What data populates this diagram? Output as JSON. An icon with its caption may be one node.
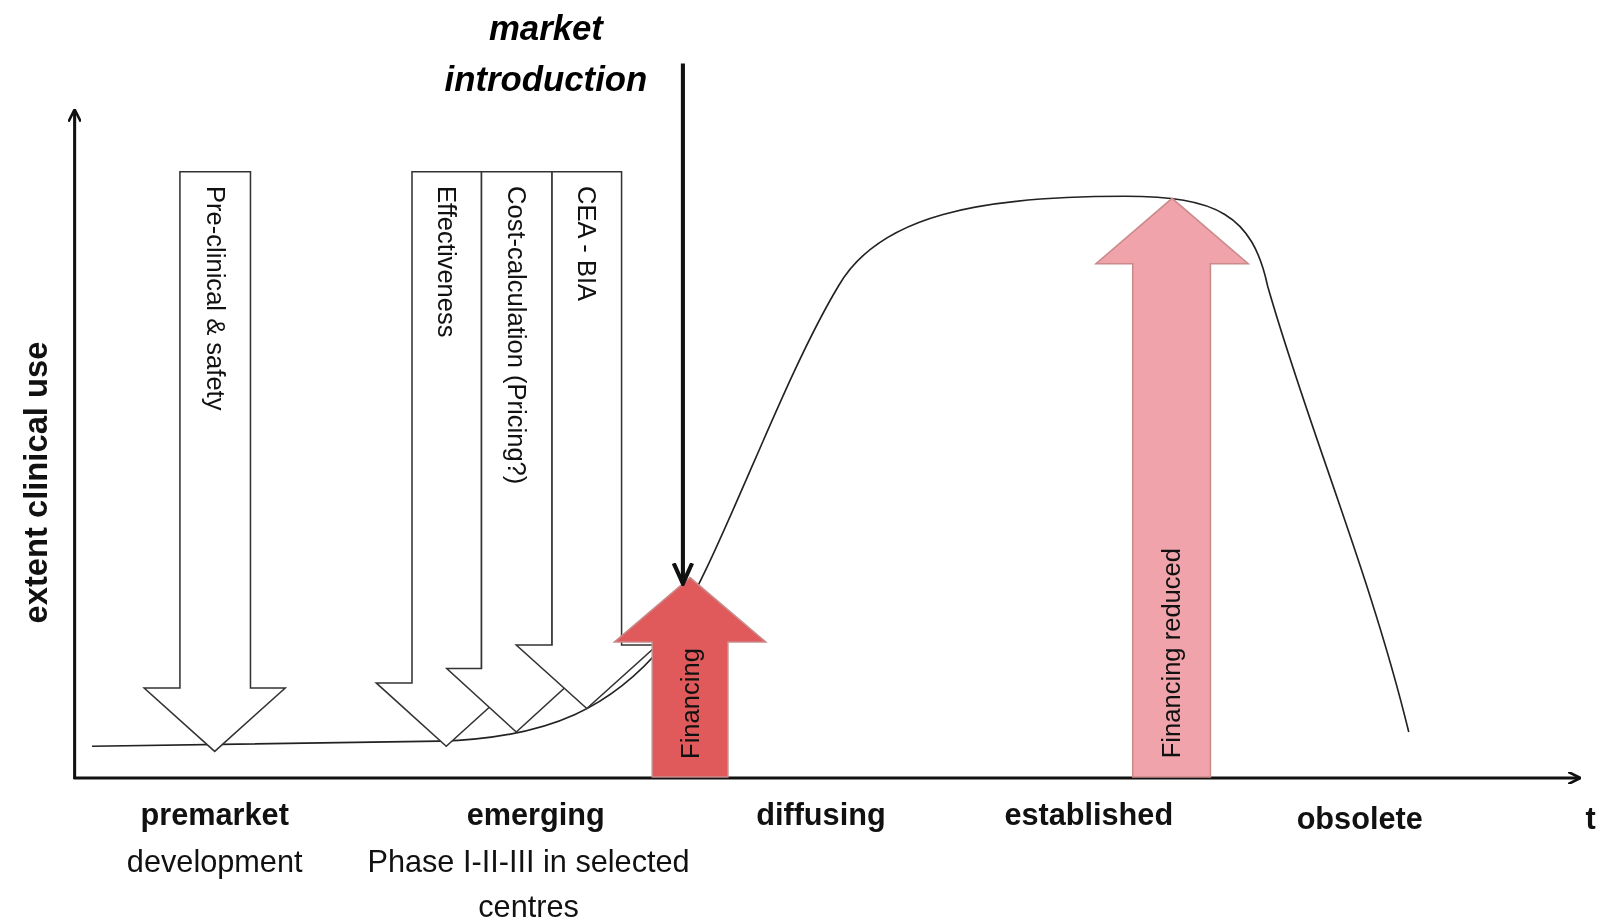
{
  "diagram": {
    "nodes": [
      {
        "text": [
          "market introduction"
        ]
      },
      {
        "text": [
          "Pre-clinical & safety"
        ]
      },
      {
        "text": [
          "Effectiveness"
        ]
      },
      {
        "text": [
          "Cost-calculation (Pricing?)"
        ]
      },
      {
        "text": [
          "CEA - BIA"
        ]
      },
      {
        "text": [
          "Financing"
        ]
      },
      {
        "text": [
          "Financing reduced"
        ]
      }
    ],
    "edges": [
      {
        "from": 0,
        "to": 5,
        "arrow": "to"
      }
    ],
    "labels": [
      "extent clinical use",
      "premarket",
      "development",
      "emerging",
      "Phase I-II-III in selected centres",
      "diffusing",
      "established",
      "obsolete",
      "t"
    ]
  }
}
